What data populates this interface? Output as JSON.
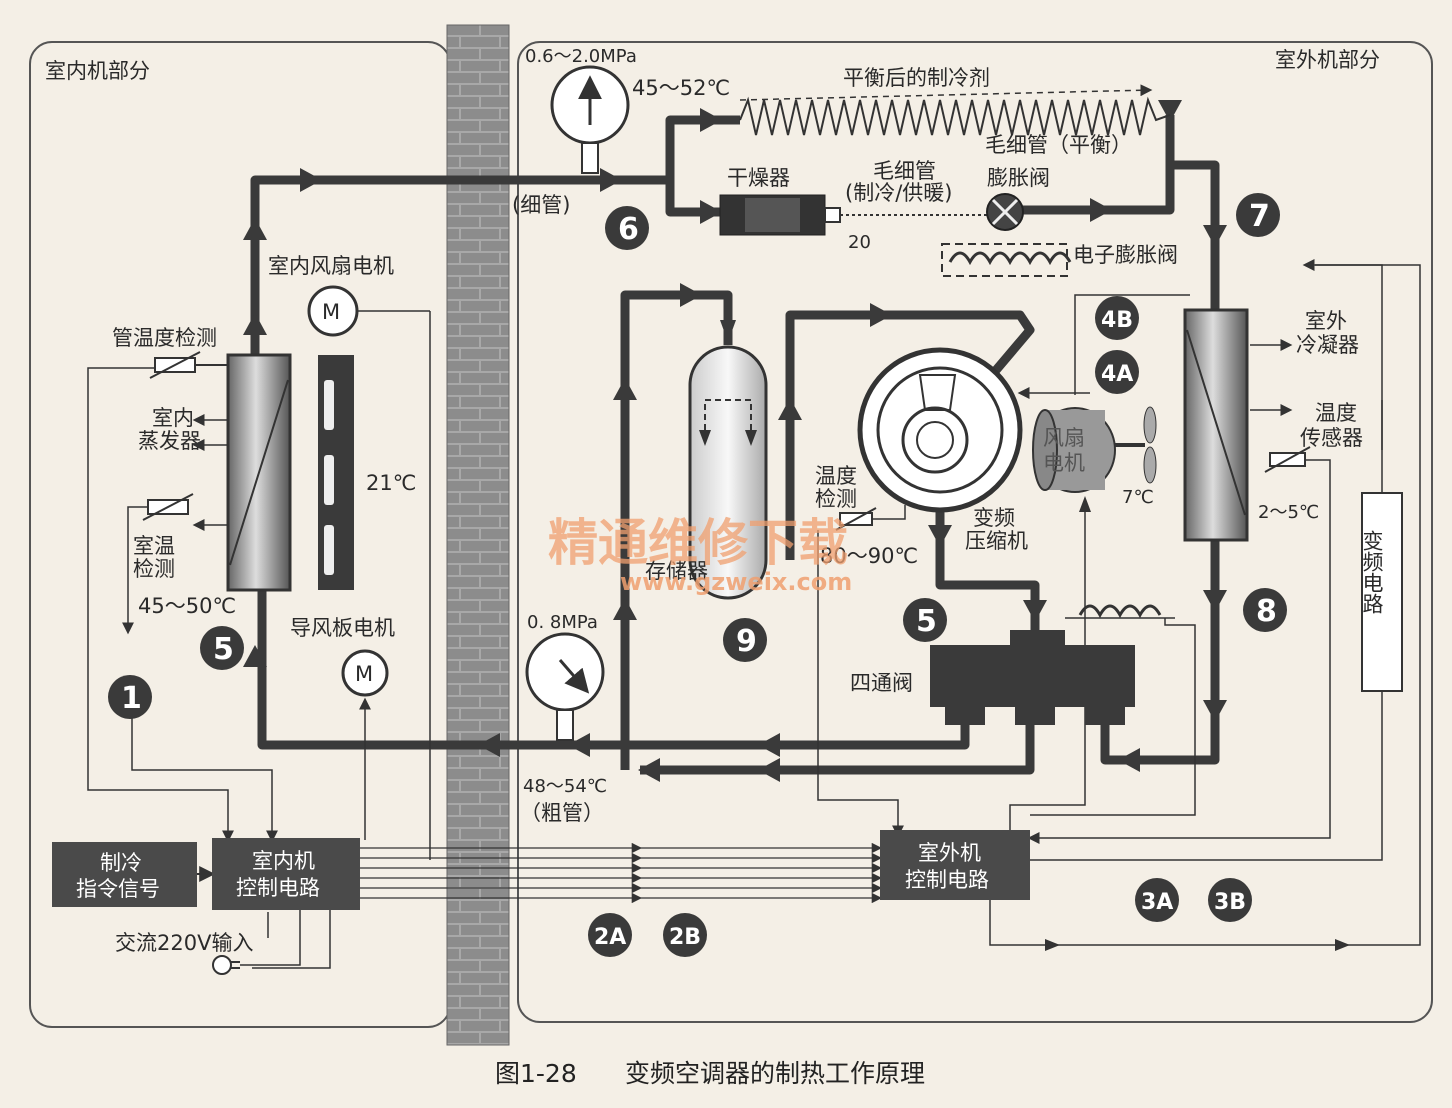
{
  "sections": {
    "indoor": "室内机部分",
    "outdoor": "室外机部分"
  },
  "labels": {
    "pressure_high": "0.6～2.0MPa",
    "temp_high": "45～52℃",
    "balanced_refrigerant": "平衡后的制冷剂",
    "capillary_balance": "毛细管（平衡）",
    "dryer": "干燥器",
    "capillary_main_1": "毛细管",
    "capillary_main_2": "(制冷/供暖)",
    "expansion_valve": "膨胀阀",
    "electronic_expansion_valve": "电子膨胀阀",
    "thin_pipe": "(细管)",
    "num_20": "20",
    "indoor_fan_motor": "室内风扇电机",
    "pipe_temp_detect": "管温度检测",
    "indoor_evaporator_1": "室内",
    "indoor_evaporator_2": "蒸发器",
    "temp_21": "21℃",
    "room_temp_1": "室温",
    "room_temp_2": "检测",
    "temp_45_50": "45～50℃",
    "deflector_motor": "导风板电机",
    "motor_m": "M",
    "outdoor_condenser_1": "室外",
    "outdoor_condenser_2": "冷凝器",
    "temp_sensor_1": "温度",
    "temp_sensor_2": "传感器",
    "temp_2_5": "2～5℃",
    "fan_motor_1": "风扇",
    "fan_motor_2": "电机",
    "temp_7": "7℃",
    "temp_detect_1": "温度",
    "temp_detect_2": "检测",
    "temp_80_90": "80～90℃",
    "inverter_compressor_1": "变频",
    "inverter_compressor_2": "压缩机",
    "accumulator": "存储器",
    "pressure_low": "0. 8MPa",
    "four_way_valve": "四通阀",
    "temp_48_54": "48～54℃",
    "thick_pipe": "（粗管）",
    "inverter_circuit": "变频电路",
    "cooling_cmd_1": "制冷",
    "cooling_cmd_2": "指令信号",
    "indoor_ctrl_1": "室内机",
    "indoor_ctrl_2": "控制电路",
    "outdoor_ctrl_1": "室外机",
    "outdoor_ctrl_2": "控制电路",
    "ac_input": "交流220V输入"
  },
  "markers": {
    "m1": "1",
    "m5a": "5",
    "m5b": "5",
    "m6": "6",
    "m7": "7",
    "m8": "8",
    "m9": "9",
    "m4A": "4A",
    "m4B": "4B",
    "m2A": "2A",
    "m2B": "2B",
    "m3A": "3A",
    "m3B": "3B"
  },
  "watermark": {
    "line1": "精通维修下载",
    "line2": "www.gzweix.com"
  },
  "caption": {
    "fig": "图1-28",
    "title": "变频空调器的制热工作原理"
  },
  "colors": {
    "background": "#f4efe6",
    "pipe": "#3a3a3a",
    "box": "#4a4a4a",
    "wall": "#9a9a9a",
    "watermark": "#f0a070"
  }
}
